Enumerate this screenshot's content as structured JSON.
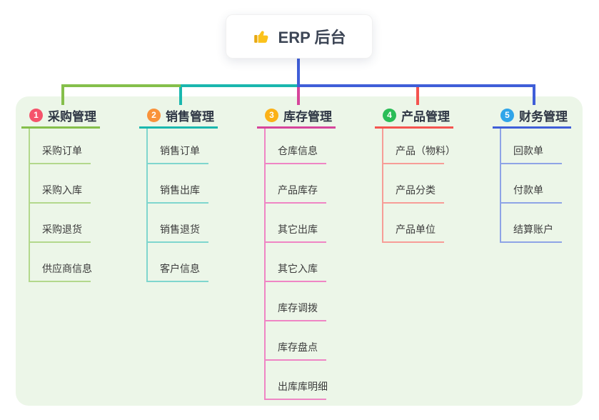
{
  "root": {
    "label": "ERP 后台",
    "icon": "thumbs-up-icon"
  },
  "canvas": {
    "background": "#ffffff",
    "panel_background": "#ecf6e8",
    "stem_color": "#3f5ed8"
  },
  "branches": [
    {
      "num": "1",
      "title": "采购管理",
      "badge_color": "#f5536b",
      "line_color": "#85bf4b",
      "light_color": "#b3d88c",
      "items": [
        "采购订单",
        "采购入库",
        "采购退货",
        "供应商信息"
      ]
    },
    {
      "num": "2",
      "title": "销售管理",
      "badge_color": "#f9923a",
      "line_color": "#1ab7ae",
      "light_color": "#7fd6ce",
      "items": [
        "销售订单",
        "销售出库",
        "销售退货",
        "客户信息"
      ]
    },
    {
      "num": "3",
      "title": "库存管理",
      "badge_color": "#fbb117",
      "line_color": "#d6459b",
      "light_color": "#ef85c4",
      "items": [
        "仓库信息",
        "产品库存",
        "其它出库",
        "其它入库",
        "库存调拨",
        "库存盘点",
        "出库库明细"
      ]
    },
    {
      "num": "4",
      "title": "产品管理",
      "badge_color": "#2abd57",
      "line_color": "#f4544f",
      "light_color": "#f79d97",
      "items": [
        "产品（物料）",
        "产品分类",
        "产品单位"
      ]
    },
    {
      "num": "5",
      "title": "财务管理",
      "badge_color": "#30a5e9",
      "line_color": "#3f5ed8",
      "light_color": "#8ea4e6",
      "items": [
        "回款单",
        "付款单",
        "结算账户"
      ]
    }
  ]
}
